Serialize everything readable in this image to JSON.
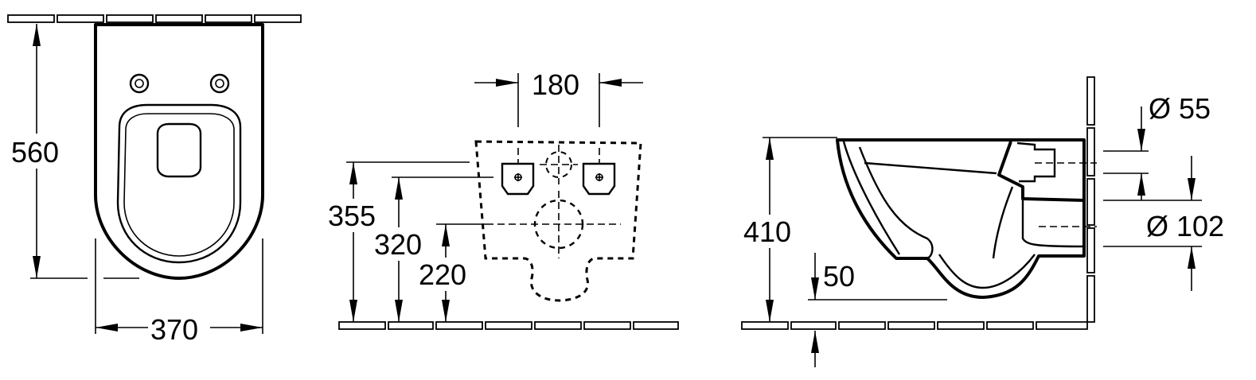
{
  "front_view": {
    "height_label": "560",
    "width_label": "370"
  },
  "mounting_view": {
    "bolt_spacing_label": "180",
    "height_355_label": "355",
    "height_320_label": "320",
    "height_220_label": "220"
  },
  "side_view": {
    "height_label": "410",
    "offset_label": "50",
    "inlet_diameter_label": "Ø 55",
    "outlet_diameter_label": "Ø 102"
  }
}
